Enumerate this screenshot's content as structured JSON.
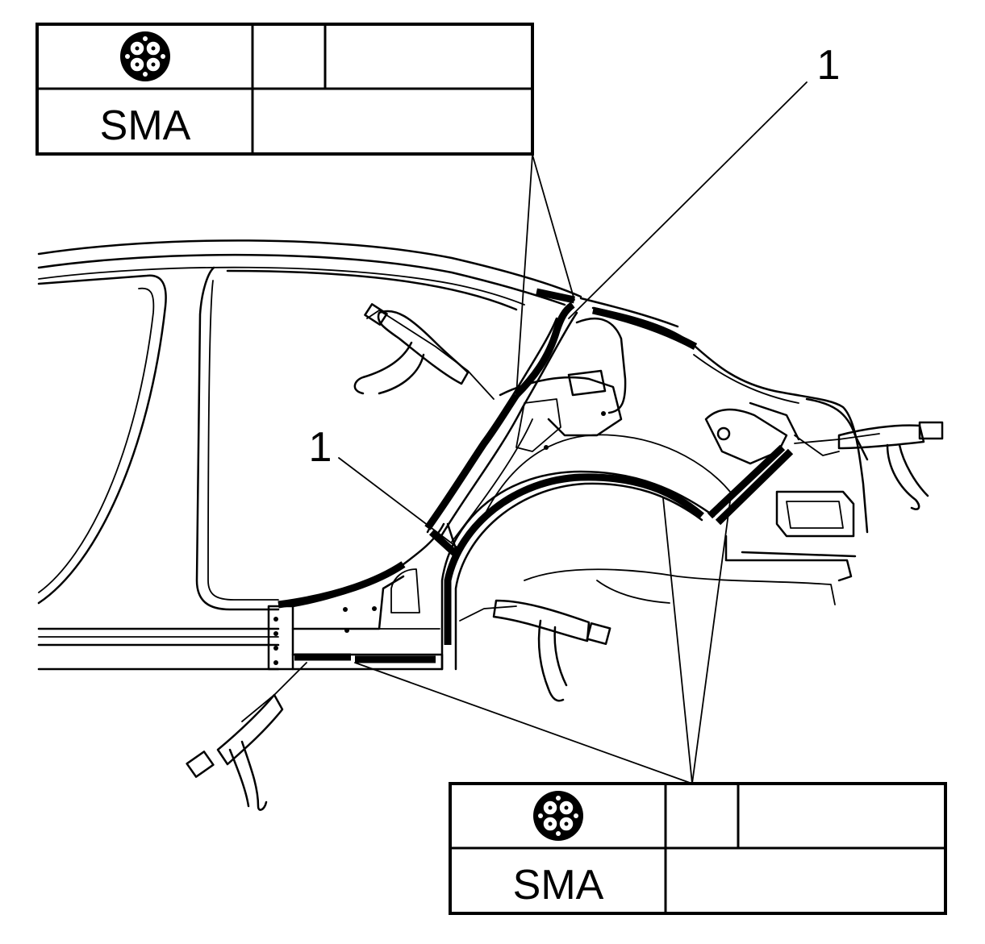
{
  "tables": [
    {
      "id": "top",
      "icon": "adhesive-cartridge-icon",
      "label": "SMA"
    },
    {
      "id": "bottom",
      "icon": "adhesive-cartridge-icon",
      "label": "SMA"
    }
  ],
  "callouts": [
    {
      "id": "upper",
      "text": "1"
    },
    {
      "id": "lower",
      "text": "1"
    }
  ],
  "colors": {
    "ink": "#000000",
    "paper": "#ffffff"
  }
}
